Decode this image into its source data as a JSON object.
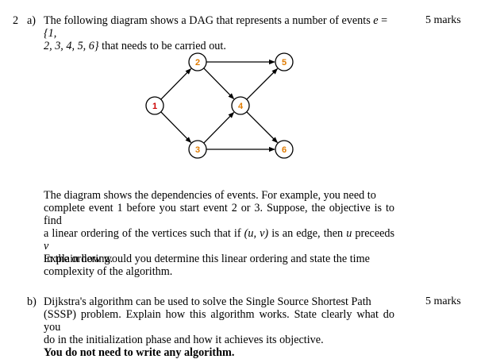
{
  "question": {
    "number": "2",
    "part_a": {
      "label": "a)",
      "marks": "5 marks",
      "intro_line1_prefix": "The following diagram shows a DAG that represents a number of events ",
      "intro_set_var": "e",
      "intro_set_eq": " = ",
      "intro_set_open": "{1,",
      "intro_line2_set": "2, 3, 4, 5, 6}",
      "intro_line2_suffix": " that needs to be carried out.",
      "diagram": {
        "nodes": [
          {
            "id": "1",
            "label": "1",
            "color": "#cc0000"
          },
          {
            "id": "2",
            "label": "2",
            "color": "#e07b00"
          },
          {
            "id": "3",
            "label": "3",
            "color": "#e07b00"
          },
          {
            "id": "4",
            "label": "4",
            "color": "#e07b00"
          },
          {
            "id": "5",
            "label": "5",
            "color": "#e07b00"
          },
          {
            "id": "6",
            "label": "6",
            "color": "#e07b00"
          }
        ],
        "edges": [
          {
            "from": "1",
            "to": "2"
          },
          {
            "from": "1",
            "to": "3"
          },
          {
            "from": "2",
            "to": "5"
          },
          {
            "from": "2",
            "to": "4"
          },
          {
            "from": "3",
            "to": "4"
          },
          {
            "from": "3",
            "to": "6"
          },
          {
            "from": "4",
            "to": "5"
          },
          {
            "from": "4",
            "to": "6"
          }
        ]
      },
      "para1": {
        "l1": "The diagram shows the dependencies of events. For example, you need to",
        "l2": "complete event 1 before you start event 2 or 3. Suppose, the objective is to find",
        "l3_prefix": "a linear ordering of the vertices such that if ",
        "l3_pair": "(u, v)",
        "l3_mid": " is an edge, then ",
        "l3_u": "u",
        "l3_mid2": " preceeds ",
        "l3_v": "v",
        "l4": "in the ordering."
      },
      "para2": {
        "l1": "Explain how would you determine this linear ordering and state the time",
        "l2": "complexity of the algorithm."
      }
    },
    "part_b": {
      "label": "b)",
      "marks": "5 marks",
      "l1": "Dijkstra's algorithm can be used to solve the Single Source Shortest Path",
      "l2": "(SSSP) problem. Explain how this algorithm works. State clearly what do you",
      "l3": "do in the initialization phase and how it achieves its objective.",
      "l4_bold": "You do not need to write any algorithm."
    }
  }
}
